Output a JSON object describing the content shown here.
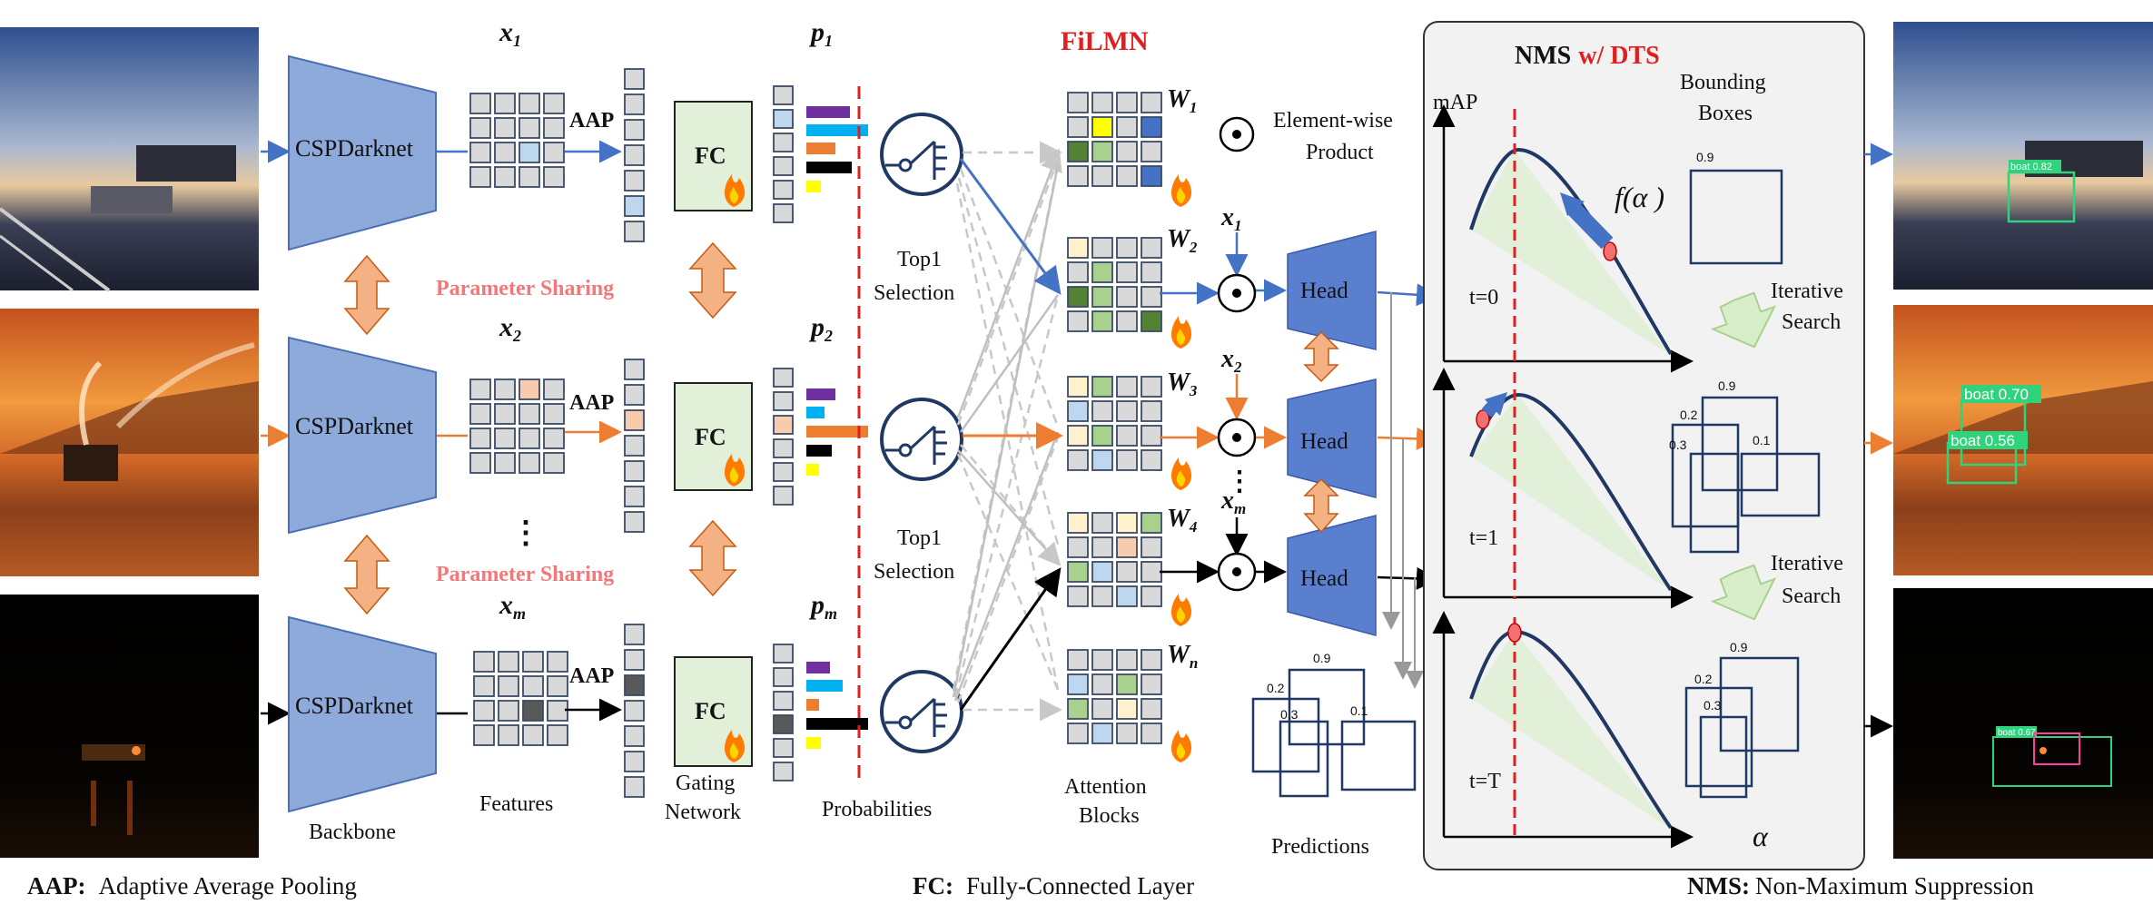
{
  "colors": {
    "backbone": "#8eaadb",
    "backbone_stroke": "#4a6fb5",
    "head": "#5b7fcf",
    "fc_fill": "#e2efd9",
    "blue_arrow": "#4472c4",
    "orange_arrow": "#ed7d31",
    "black_arrow": "#000000",
    "red": "#e02020",
    "pink_text": "#f4777a",
    "purple": "#7030a0",
    "cyan": "#00b0f0",
    "yellow": "#ffff00",
    "green_cell": "#548235",
    "light_green_cell": "#a9d18e",
    "light_yellow_cell": "#fff2cc",
    "light_blue_cell": "#bdd7ee",
    "peach_cell": "#f8cbad",
    "grey_cell": "#d9d9d9",
    "dark_grey_cell": "#595959",
    "curve_fill": "#e2f0d9",
    "nms_panel_bg": "#f2f2f2",
    "green_box": "#2fd37c"
  },
  "labels": {
    "backbone": "CSPDarknet",
    "backbone_caption": "Backbone",
    "features_caption": "Features",
    "x1": "x",
    "x1_sub": "1",
    "x2": "x",
    "x2_sub": "2",
    "xm": "x",
    "xm_sub": "m",
    "aap": "AAP",
    "fc": "FC",
    "gating_caption_1": "Gating",
    "gating_caption_2": "Network",
    "param_sharing": "Parameter Sharing",
    "vertical_dots": "⋮",
    "p1": "p",
    "p1_sub": "1",
    "p2": "p",
    "p2_sub": "2",
    "pm": "p",
    "pm_sub": "m",
    "probabilities_caption": "Probabilities",
    "top1_line1": "Top1",
    "top1_line2": "Selection",
    "filmn": "FiLMN",
    "w1": "W",
    "w1_sub": "1",
    "w2": "W",
    "w2_sub": "2",
    "w3": "W",
    "w3_sub": "3",
    "w4": "W",
    "w4_sub": "4",
    "wn": "W",
    "wn_sub": "n",
    "attention_caption_1": "Attention",
    "attention_caption_2": "Blocks",
    "elementwise_1": "Element-wise",
    "elementwise_2": "Product",
    "head": "Head",
    "predictions_caption": "Predictions",
    "nms_title_1": "NMS",
    "nms_title_2": "w/ DTS",
    "map": "mAP",
    "bbox_1": "Bounding",
    "bbox_2": "Boxes",
    "f_alpha": "f(α )",
    "t0": "t=0",
    "t1": "t=1",
    "tT": "t=T",
    "iterative_1": "Iterative",
    "iterative_2": "Search",
    "alpha": "α",
    "score_09": "0.9",
    "score_02": "0.2",
    "score_03": "0.3",
    "score_01": "0.1",
    "boat_1": "boat 0.82",
    "boat_2": "boat 0.70",
    "boat_3": "boat 0.56",
    "boat_4": "boat 0.67"
  },
  "footer": {
    "aap_key": "AAP:",
    "aap_text": "Adaptive Average Pooling",
    "fc_key": "FC:",
    "fc_text": "Fully-Connected Layer",
    "nms_key": "NMS:",
    "nms_text": "Non-Maximum Suppression"
  }
}
